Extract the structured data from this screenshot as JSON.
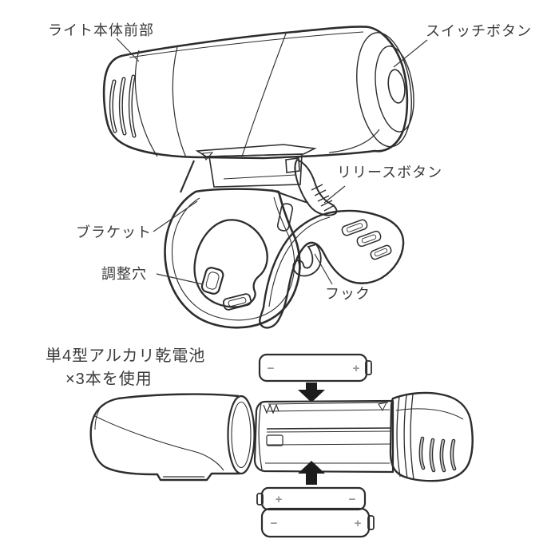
{
  "colors": {
    "line": "#2d2d2d",
    "switch_gray": "#c9c9c9",
    "tray_gray": "#d3d3d3",
    "cap_gray": "#c9c9c9",
    "arrow_black": "#1c1c1c",
    "label_text": "#3a3a3a"
  },
  "top_diagram": {
    "labels": {
      "light_front": "ライト本体前部",
      "switch_button": "スイッチボタン",
      "release_button": "リリースボタン",
      "bracket": "ブラケット",
      "adjustment_hole": "調整穴",
      "hook": "フック"
    }
  },
  "bottom_diagram": {
    "note_line1": "単4型アルカリ乾電池",
    "note_line2": "×3本を使用",
    "batteries": {
      "top": {
        "left": "−",
        "right": "+"
      },
      "middle": {
        "left": "+",
        "right": "−"
      },
      "bottom": {
        "left": "−",
        "right": "+"
      }
    }
  }
}
